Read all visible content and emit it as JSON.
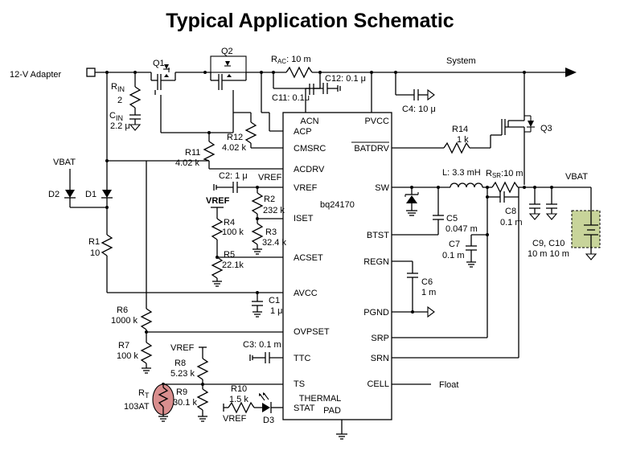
{
  "title": "Typical Application Schematic",
  "ic": {
    "part": "bq24170",
    "pins_left": [
      "ACN",
      "ACP",
      "CMSRC",
      "ACDRV",
      "VREF",
      "ISET",
      "ACSET",
      "AVCC",
      "OVPSET",
      "TTC",
      "TS",
      "STAT"
    ],
    "pins_right": [
      "PVCC",
      "BATDRV",
      "SW",
      "BTST",
      "REGN",
      "PGND",
      "SRP",
      "SRN",
      "CELL"
    ],
    "thermal_pad": [
      "THERMAL",
      "PAD"
    ]
  },
  "nets": {
    "adapter": "12-V Adapter",
    "system": "System",
    "vbat_left": "VBAT",
    "vbat_right": "VBAT",
    "vref_c2": "VREF",
    "vref_r4": "VREF",
    "vref_r8": "VREF",
    "vref_r10": "VREF",
    "float": "Float"
  },
  "transistors": {
    "q1": "Q1",
    "q2": "Q2",
    "q3": "Q3"
  },
  "diodes": {
    "d1": "D1",
    "d2": "D2",
    "d3": "D3"
  },
  "resistors": {
    "rin_name": "R",
    "rin_sub": "IN",
    "rin_val": "2",
    "rac_name": "R",
    "rac_sub": "AC",
    "rac_val": ": 10 m",
    "r1": "R1",
    "r1v": "10",
    "r2": "R2",
    "r2v": "232 k",
    "r3": "R3",
    "r3v": "32.4 k",
    "r4": "R4",
    "r4v": "100 k",
    "r5": "R5",
    "r5v": "22.1k",
    "r6": "R6",
    "r6v": "1000 k",
    "r7": "R7",
    "r7v": "100 k",
    "r8": "R8",
    "r8v": "5.23 k",
    "r9": "R9",
    "r9v": "30.1 k",
    "r10": "R10",
    "r10v": "1.5 k",
    "r11": "R11",
    "r11v": "4.02 k",
    "r12": "R12",
    "r12v": "4.02 k",
    "r14": "R14",
    "r14v": "1 k",
    "rt_name": "R",
    "rt_sub": "T",
    "rt_val": "103AT",
    "rsr_name": "R",
    "rsr_sub": "SR",
    "rsr_val": ":10 m"
  },
  "capacitors": {
    "cin_name": "C",
    "cin_sub": "IN",
    "cin_val": "2.2 μ",
    "c1": "C1",
    "c1v": "1 μ",
    "c2": "C2: 1 μ",
    "c3": "C3: 0.1 m",
    "c4": "C4: 10 μ",
    "c5": "C5",
    "c5v": "0.047 m",
    "c6": "C6",
    "c6v": "1 m",
    "c7": "C7",
    "c7v": "0.1 m",
    "c8": "C8",
    "c8v": "0.1 m",
    "c9c10": "C9, C10",
    "c9c10v": "10 m 10 m",
    "c11": "C11: 0.1μ",
    "c12": "C12: 0.1 μ"
  },
  "inductor": {
    "label": "L: 3.3 mH"
  }
}
